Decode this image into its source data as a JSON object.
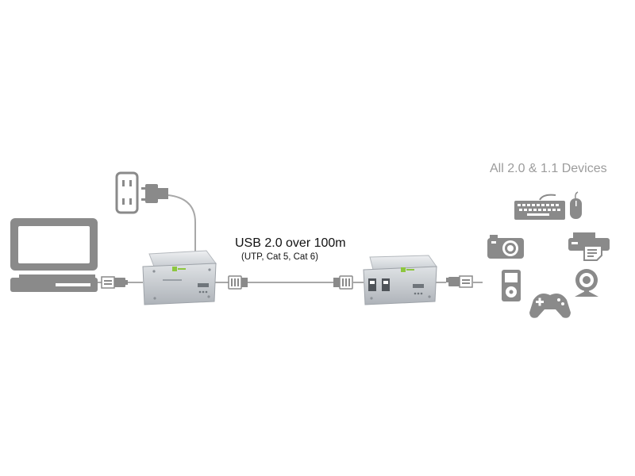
{
  "diagram": {
    "devices_title": "All 2.0 & 1.1 Devices",
    "link_title": "USB 2.0 over 100m",
    "link_subtitle": "(UTP, Cat 5, Cat 6)"
  },
  "colors": {
    "icon_gray": "#8a8a8a",
    "icon_dark": "#6f6f6f",
    "cable_gray": "#a8a8a8",
    "extender_body": "#cfd2d6",
    "logo_green": "#8dc63f"
  },
  "icons": [
    "computer-icon",
    "power-outlet-icon",
    "power-plug-icon",
    "usb-plug-icon",
    "rj45-connector-icon",
    "local-extender",
    "remote-extender",
    "keyboard-icon",
    "mouse-icon",
    "camera-icon",
    "printer-icon",
    "media-player-icon",
    "gamepad-icon",
    "webcam-icon"
  ]
}
